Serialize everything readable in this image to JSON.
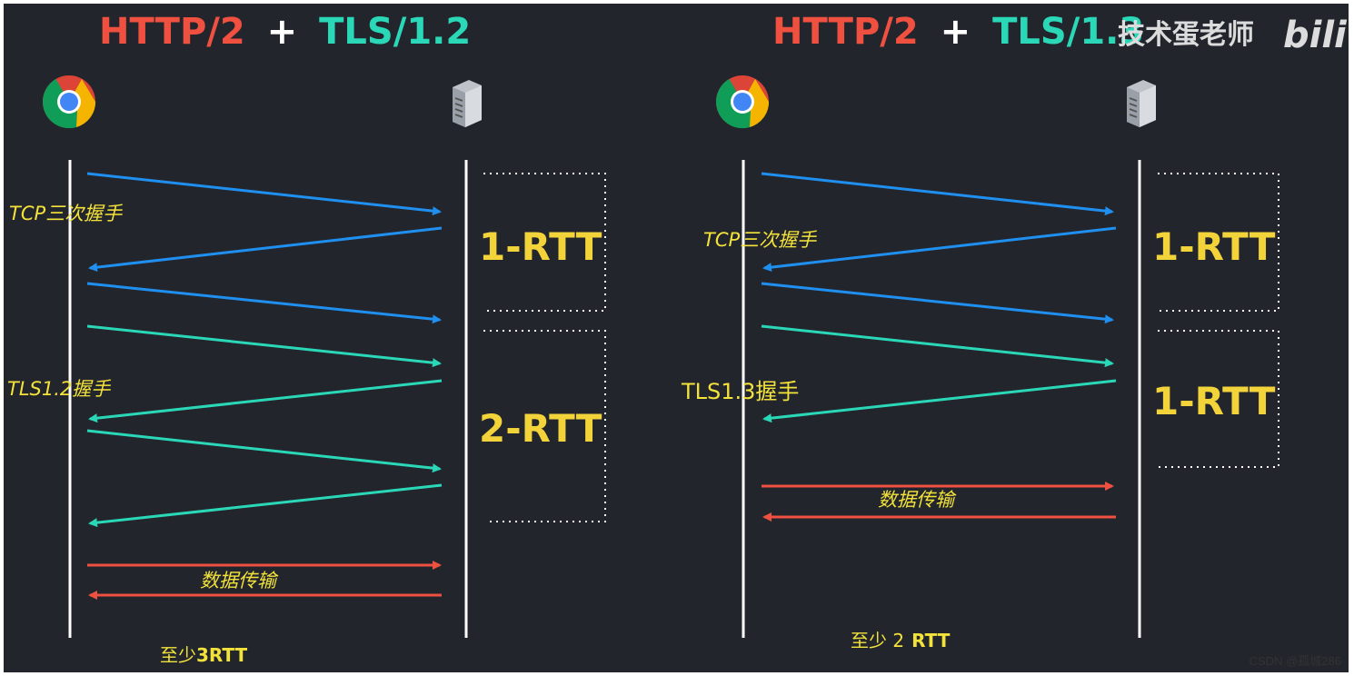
{
  "colors": {
    "background": "#23252d",
    "tcp_arrow": "#1f8ff0",
    "tls_arrow": "#2ad8b8",
    "data_arrow": "#f0503f",
    "http_title": "#f0503f",
    "tls_title": "#2ad8b8",
    "label_yellow": "#f2d33a",
    "lifeline": "#ffffff"
  },
  "left_panel": {
    "title_http": "HTTP/2",
    "title_plus": "+",
    "title_tls": "TLS/1.2",
    "client_icon": "chrome-browser-icon",
    "server_icon": "server-icon",
    "tcp_label": "TCP三次握手",
    "tls_label": "TLS1.2握手",
    "data_label": "数据传输",
    "rtt_top": "1-RTT",
    "rtt_bottom": "2-RTT",
    "summary_prefix": "至少",
    "summary_value": "3RTT"
  },
  "right_panel": {
    "title_http": "HTTP/2",
    "title_plus": "+",
    "title_tls": "TLS/1.3",
    "client_icon": "chrome-browser-icon",
    "server_icon": "server-icon",
    "tcp_label": "TCP三次握手",
    "tls_label": "TLS1.3握手",
    "data_label": "数据传输",
    "rtt_top": "1-RTT",
    "rtt_bottom": "1-RTT",
    "summary_prefix": "至少 2",
    "summary_value": "RTT"
  },
  "brand": {
    "text": "技术蛋老师",
    "logo_text": "bili"
  },
  "watermark": "CSDN @孤城286"
}
